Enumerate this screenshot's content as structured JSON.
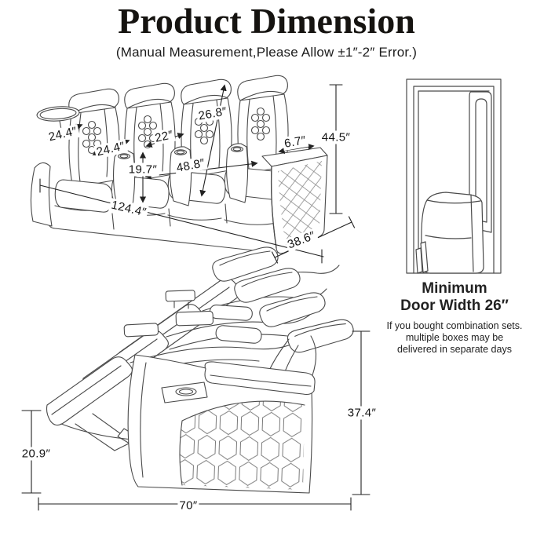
{
  "header": {
    "title": "Product Dimension",
    "subtitle": "(Manual Measurement,Please Allow ±1″-2″ Error.)"
  },
  "colors": {
    "line_art": "#4a4a4a",
    "dimension_lines": "#222222",
    "text": "#111111",
    "background": "#ffffff"
  },
  "upright_view": {
    "description": "4-seat power recliner sofa, upright, three-quarter view",
    "dimensions": {
      "seat1_width": "24.4″",
      "seat2_width": "24.4″",
      "seat3_width": "22″",
      "backrest_height": "26.8″",
      "armrest_width": "6.7″",
      "total_height": "44.5″",
      "seat_height": "19.7″",
      "two_seat_width": "48.8″",
      "total_length": "124.4″",
      "total_depth": "38.6″"
    }
  },
  "reclined_view": {
    "description": "Sofa row fully reclined, side view",
    "dimensions": {
      "footrest_height": "20.9″",
      "reclined_height": "37.4″",
      "reclined_length": "70″"
    }
  },
  "door_info": {
    "heading_line1": "Minimum",
    "heading_line2": "Door Width 26″",
    "note_line1": "If you bought combination sets.",
    "note_line2": "multiple boxes may be",
    "note_line3": "delivered in separate days"
  }
}
